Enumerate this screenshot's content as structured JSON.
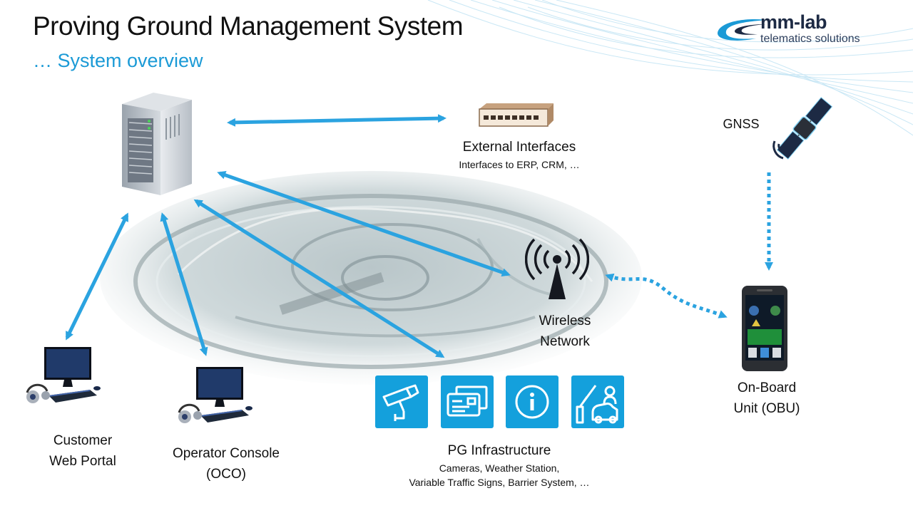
{
  "header": {
    "title": "Proving Ground Management System",
    "subtitle": "… System overview"
  },
  "logo": {
    "name": "mm-lab",
    "tagline": "telematics solutions"
  },
  "nodes": {
    "external_interfaces": {
      "label": "External Interfaces",
      "sublabel": "Interfaces to ERP, CRM, …"
    },
    "gnss": {
      "label": "GNSS"
    },
    "wireless": {
      "line1": "Wireless",
      "line2": "Network"
    },
    "obu": {
      "line1": "On-Board",
      "line2": "Unit (OBU)"
    },
    "customer": {
      "line1": "Customer",
      "line2": "Web Portal"
    },
    "operator": {
      "line1": "Operator Console",
      "line2": "(OCO)"
    },
    "pg_infrastructure": {
      "label": "PG Infrastructure",
      "line1": "Cameras, Weather Station,",
      "line2": "Variable Traffic Signs, Barrier System, …"
    }
  },
  "infrastructure_tiles": [
    "camera-icon",
    "card-reader-icon",
    "info-icon",
    "barrier-icon"
  ],
  "colors": {
    "accent": "#1b9ad6",
    "arrow": "#2ba3e0",
    "tile": "#14a0dc",
    "logo_dark": "#1d2a44"
  }
}
